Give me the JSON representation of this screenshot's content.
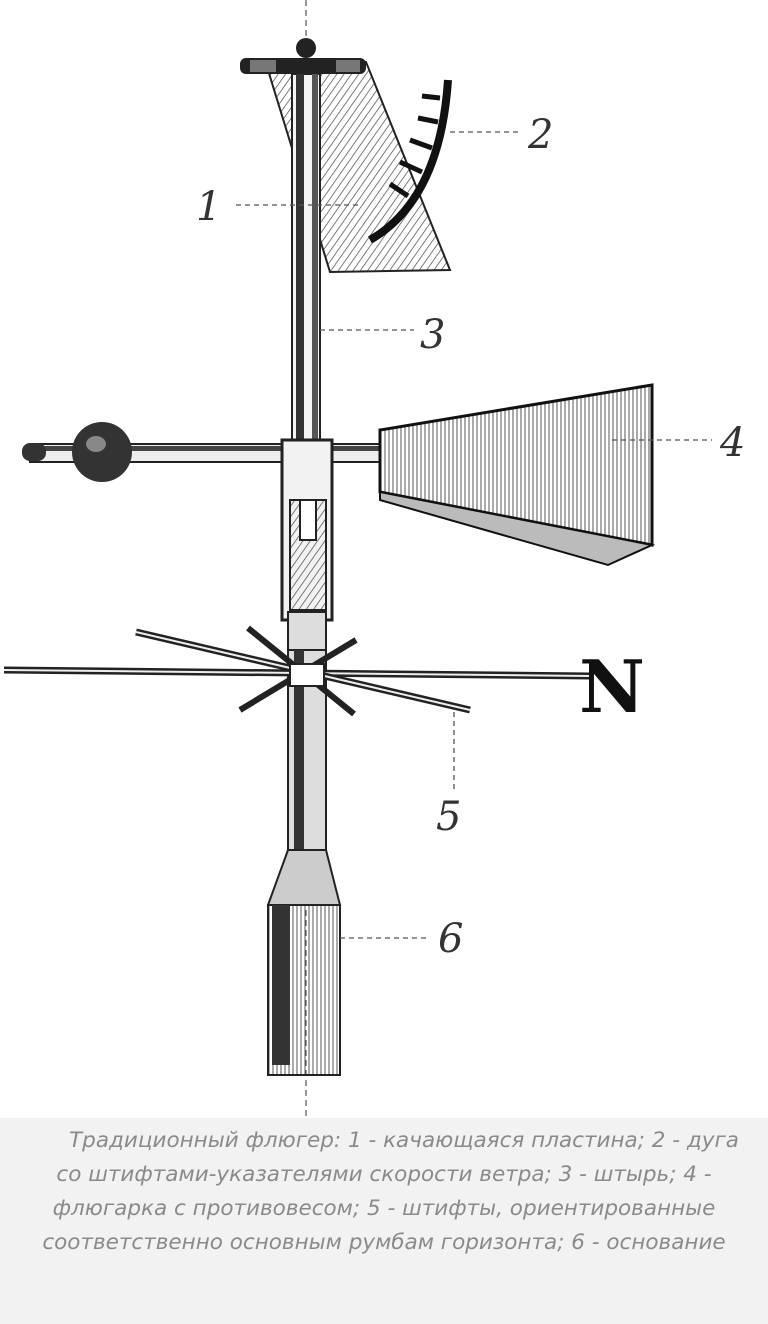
{
  "diagram": {
    "labels": {
      "l1": "1",
      "l2": "2",
      "l3": "3",
      "l4": "4",
      "l5": "5",
      "l6": "6",
      "north": "N"
    }
  },
  "caption": {
    "text": "Традиционный флюгер: 1 - качающаяся пластина; 2 - дуга со штифтами-указателями скорости ветра; 3 - штырь; 4 - флюгарка с противовесом; 5 - штифты, ориентированные соответственно основным румбам горизонта; 6 - основание"
  }
}
